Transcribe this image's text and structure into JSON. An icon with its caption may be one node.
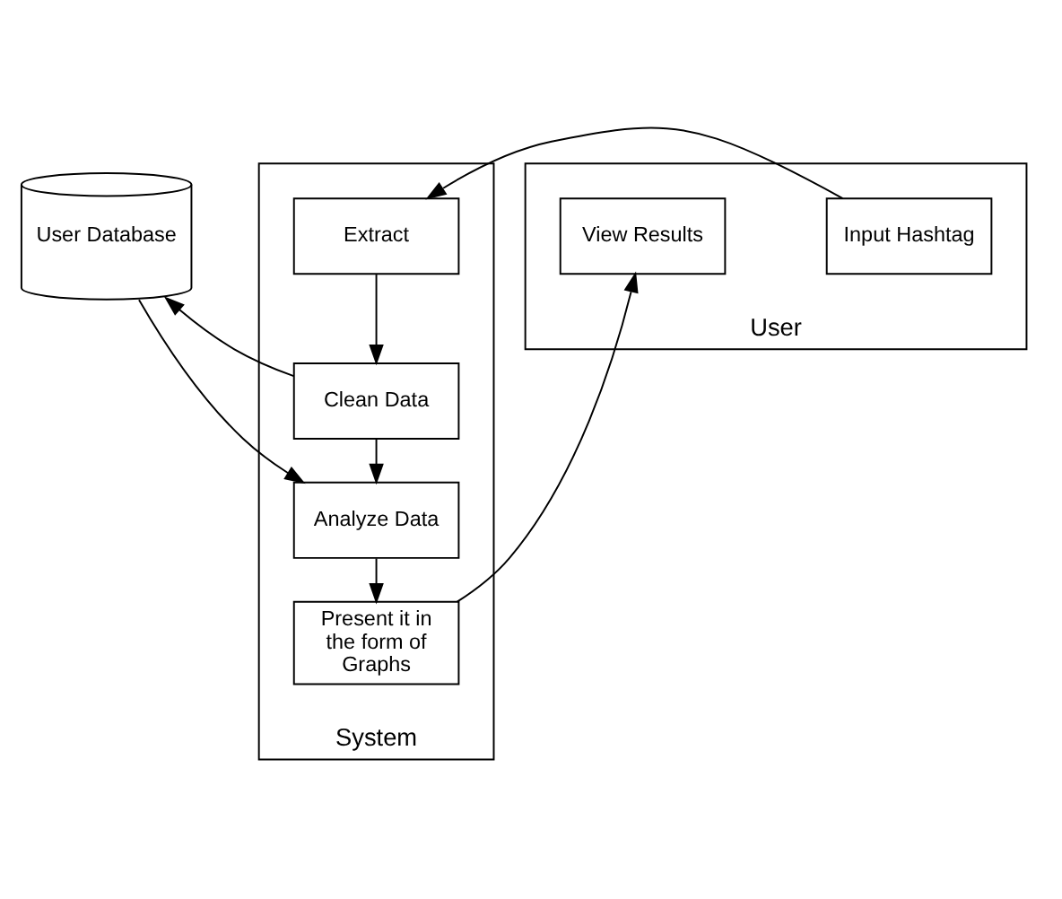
{
  "diagram": {
    "nodes": [
      {
        "text": [
          "System"
        ]
      },
      {
        "text": [
          "Extract"
        ],
        "in": 0
      },
      {
        "text": [
          "Clean Data"
        ],
        "in": 0
      },
      {
        "text": [
          "Analyze Data"
        ],
        "in": 0
      },
      {
        "text": [
          "Present it in the form of Graphs"
        ],
        "in": 0
      },
      {
        "text": [
          "User"
        ]
      },
      {
        "text": [
          "Input Hashtag"
        ],
        "in": 5
      },
      {
        "text": [
          "View Results"
        ],
        "in": 5
      },
      {
        "text": [
          "User Database"
        ]
      }
    ],
    "edges": [
      {
        "from": 1,
        "to": 2,
        "arrow": "to"
      },
      {
        "from": 2,
        "to": 3,
        "arrow": "to"
      },
      {
        "from": 3,
        "to": 4,
        "arrow": "to"
      },
      {
        "from": 6,
        "to": 1,
        "arrow": "to"
      },
      {
        "from": 2,
        "to": 8,
        "arrow": "to"
      },
      {
        "from": 8,
        "to": 3,
        "arrow": "to"
      },
      {
        "from": 4,
        "to": 7,
        "arrow": "to"
      }
    ]
  }
}
